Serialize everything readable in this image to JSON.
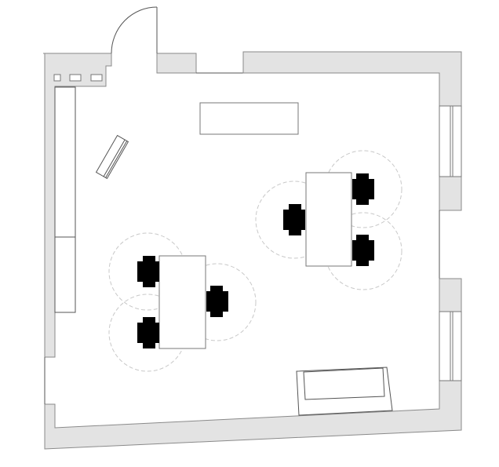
{
  "plan": {
    "colors": {
      "wall_fill": "#e3e3e3",
      "wall_stroke": "#8a8a8a",
      "chair": "#545454",
      "clearance_circle": "#c8c8c8",
      "background": "#ffffff"
    },
    "elements": [
      "door",
      "windows",
      "shelves",
      "table",
      "bench",
      "desk-groups",
      "chairs",
      "sofa"
    ]
  }
}
